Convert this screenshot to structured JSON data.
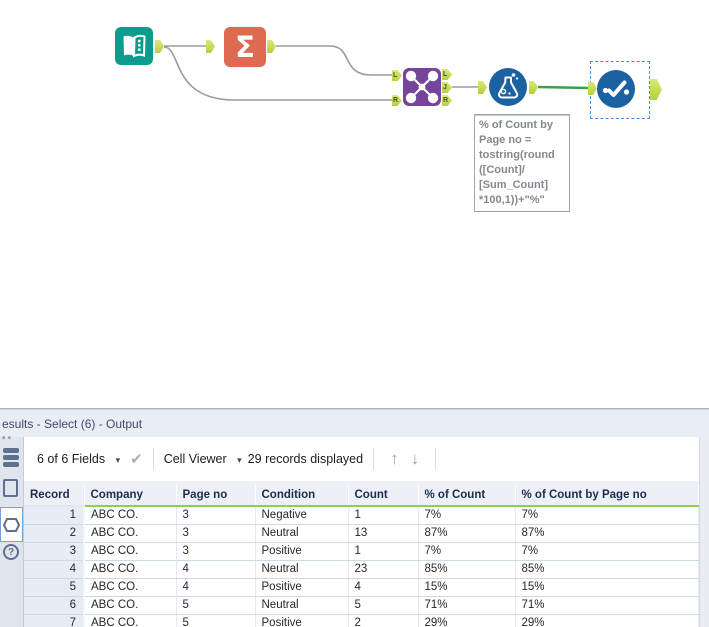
{
  "icons": {
    "sigma": "Σ",
    "caret_down": "▾",
    "check": "✔",
    "arrow_up": "↑",
    "arrow_down": "↓",
    "question": "?",
    "splitter_dots": "••"
  },
  "canvas": {
    "annotation_lines": [
      "% of Count by",
      "Page no =",
      "tostring(round",
      "([Count]/",
      "[Sum_Count]",
      "*100,1))+\"%\""
    ],
    "join_inputs": [
      "L",
      "R"
    ],
    "join_outputs": [
      "L",
      "J",
      "R"
    ]
  },
  "results_panel": {
    "title": "esults - Select (6) - Output",
    "toolbar": {
      "fields": "6 of 6 Fields",
      "cell_viewer": "Cell Viewer",
      "records": "29 records displayed"
    },
    "table": {
      "columns": [
        "Record",
        "Company",
        "Page no",
        "Condition",
        "Count",
        "% of Count",
        "% of Count by Page no"
      ],
      "rows": [
        [
          "1",
          "ABC CO.",
          "3",
          "Negative",
          "1",
          "7%",
          "7%"
        ],
        [
          "2",
          "ABC CO.",
          "3",
          "Neutral",
          "13",
          "87%",
          "87%"
        ],
        [
          "3",
          "ABC CO.",
          "3",
          "Positive",
          "1",
          "7%",
          "7%"
        ],
        [
          "4",
          "ABC CO.",
          "4",
          "Neutral",
          "23",
          "85%",
          "85%"
        ],
        [
          "5",
          "ABC CO.",
          "4",
          "Positive",
          "4",
          "15%",
          "15%"
        ],
        [
          "6",
          "ABC CO.",
          "5",
          "Neutral",
          "5",
          "71%",
          "71%"
        ],
        [
          "7",
          "ABC CO.",
          "5",
          "Positive",
          "2",
          "29%",
          "29%"
        ]
      ]
    }
  },
  "colors": {
    "tool_teal": "#0B9C8D",
    "tool_orange": "#DE6A52",
    "tool_purple": "#76459B",
    "tool_blue": "#1C61A1",
    "anchor_green": "#C6DB56",
    "wire_gray": "#9B9B9B",
    "wire_green": "#3AA248",
    "selection_blue": "#3F8FDC",
    "header_underline_green": "#8ED04B"
  }
}
